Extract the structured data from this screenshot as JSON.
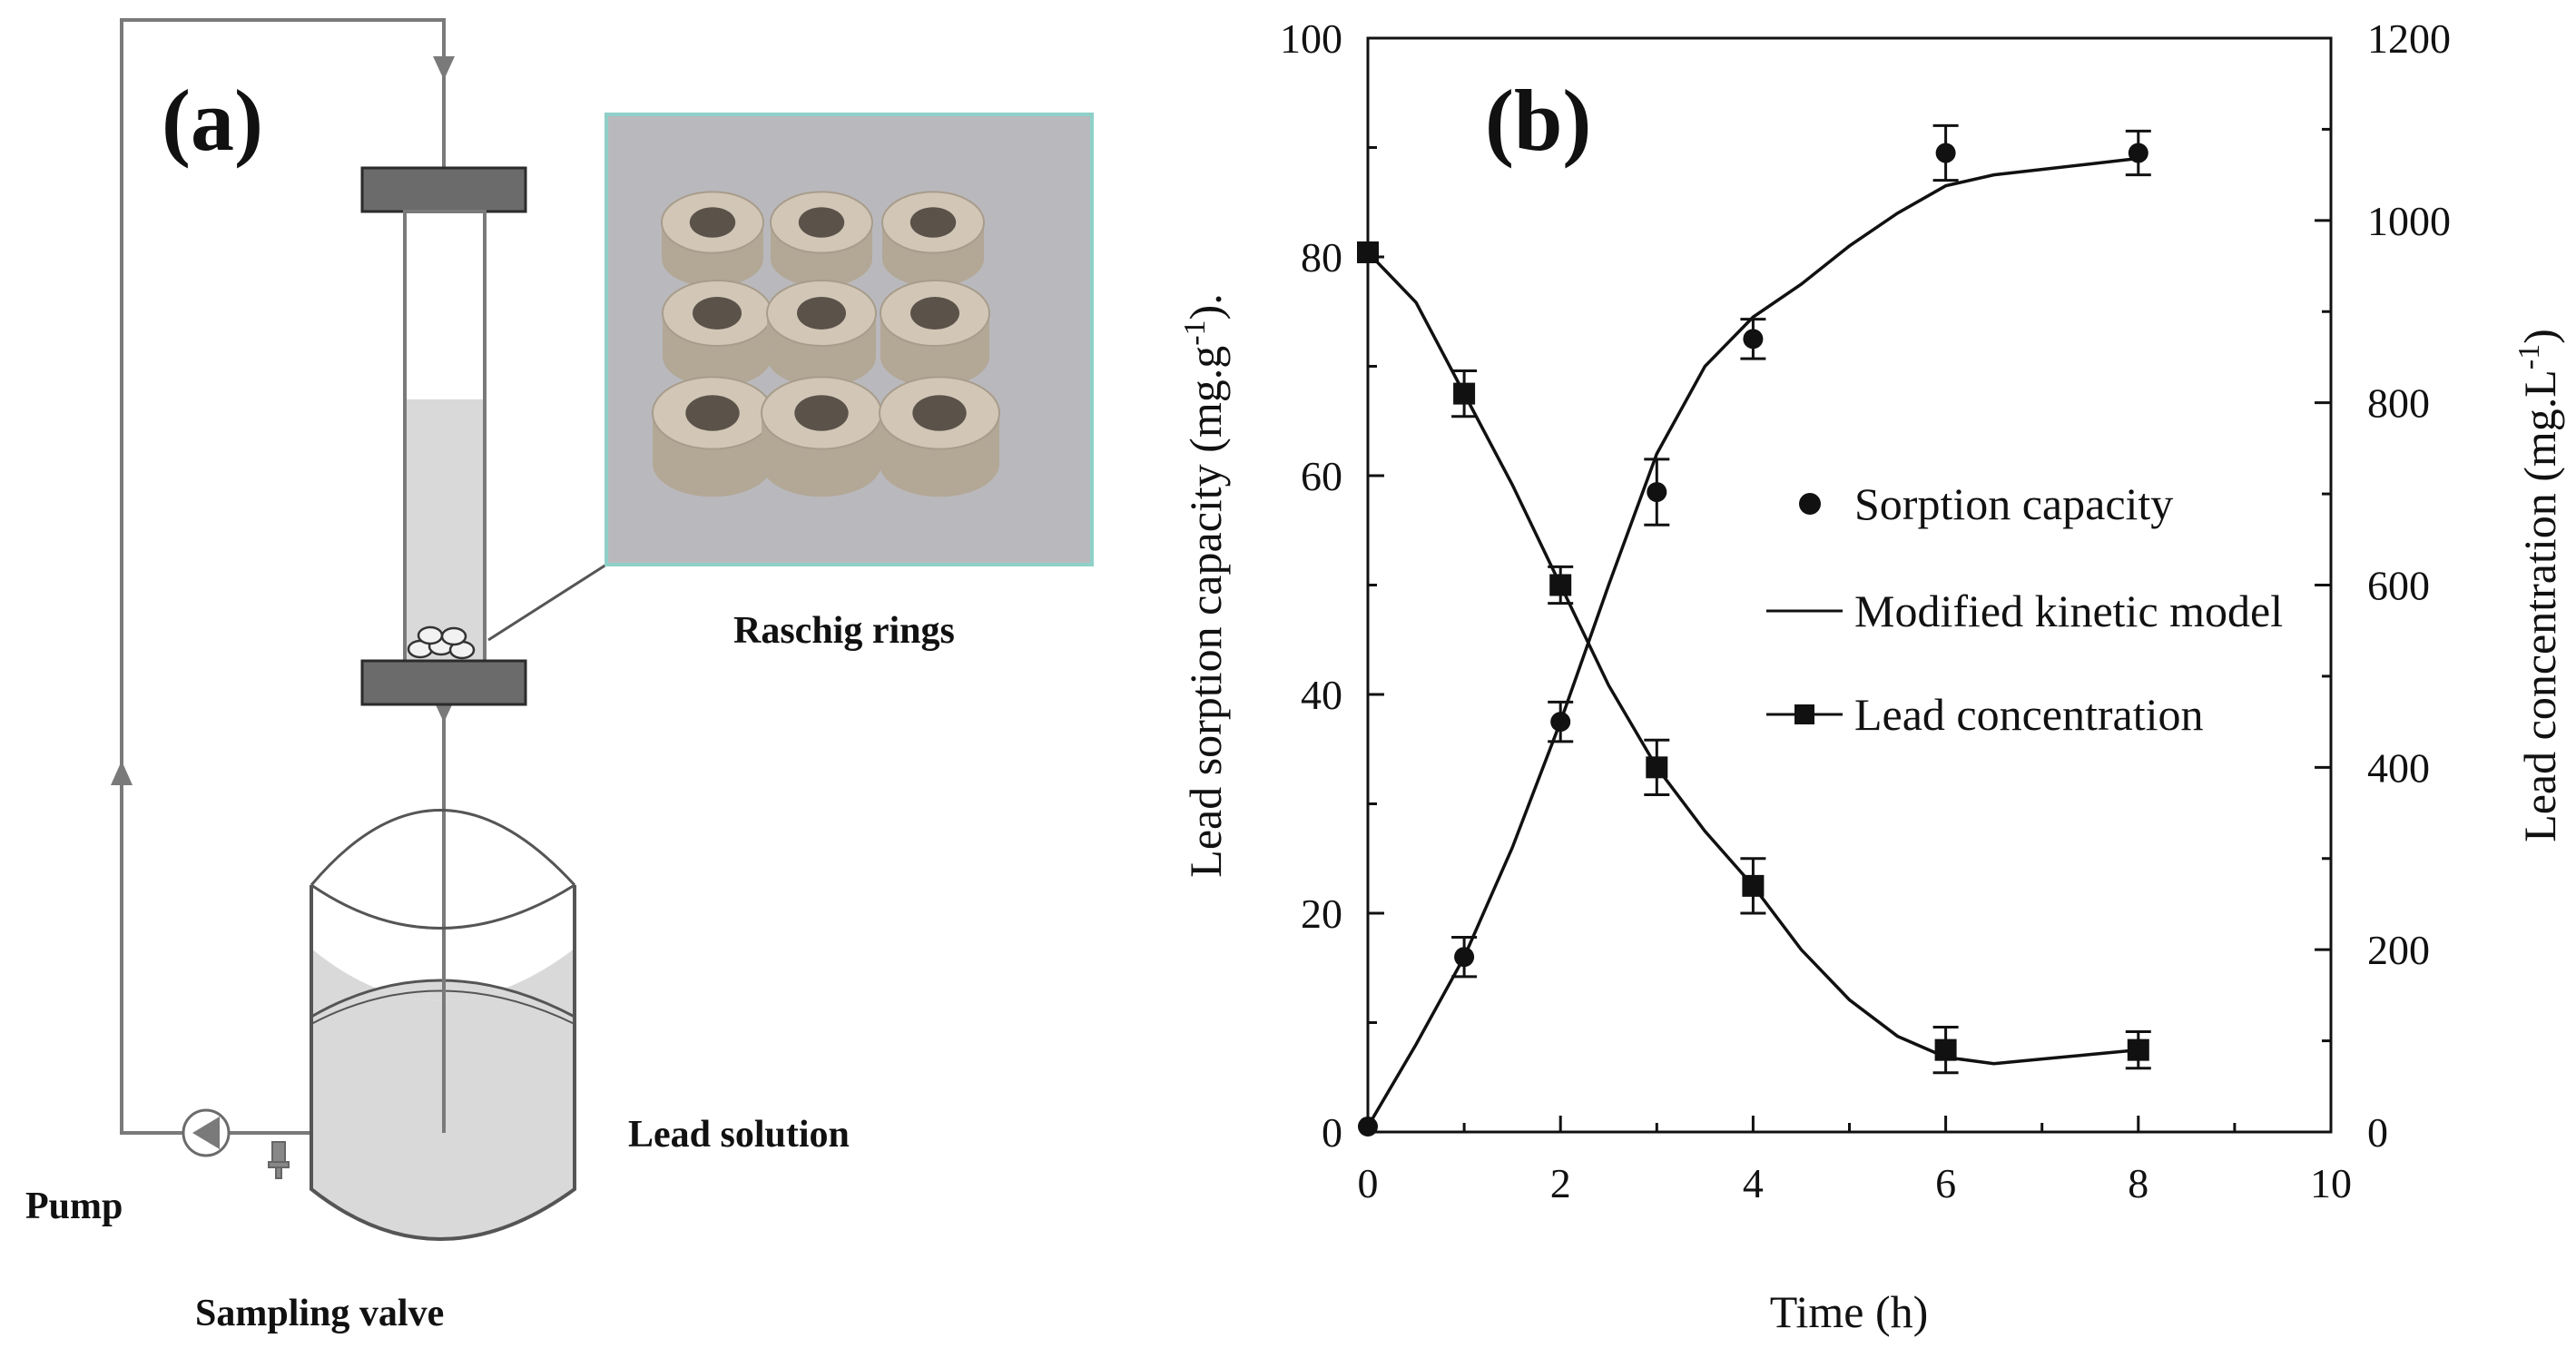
{
  "panel_a": {
    "label": "(a)",
    "labels": {
      "raschig": "Raschig rings",
      "lead_solution": "Lead solution",
      "pump": "Pump",
      "sampling_valve": "Sampling valve"
    },
    "colors": {
      "line": "#7a7a7a",
      "flange": "#6b6b6b",
      "liquid": "#d9d9d9",
      "photo_border": "#8fd0c8",
      "photo_bg": "#b9b9bd",
      "ring": "#c9bdad"
    }
  },
  "panel_b": {
    "label": "(b)",
    "axes": {
      "x_title": "Time (h)",
      "y_left_title": "Lead sorption capacity (mg.g-1).",
      "y_right_title": "Lead concentration (mg.L-1)",
      "x_ticks": [
        "0",
        "2",
        "4",
        "6",
        "8",
        "10"
      ],
      "y_left_ticks": [
        "0",
        "20",
        "40",
        "60",
        "80",
        "100"
      ],
      "y_right_ticks": [
        "0",
        "200",
        "400",
        "600",
        "800",
        "1000",
        "1200"
      ]
    },
    "legend": {
      "sorption": "Sorption capacity",
      "model": "Modified kinetic model",
      "concentration": "Lead concentration"
    }
  },
  "chart_data": {
    "type": "scatter",
    "xlabel": "Time (h)",
    "ylabel": "Lead sorption capacity (mg.g-1).",
    "y2label": "Lead concentration (mg.L-1)",
    "xlim": [
      0,
      10
    ],
    "ylim": [
      0,
      100
    ],
    "y2lim": [
      0,
      1200
    ],
    "legend_position": "right-middle",
    "series": [
      {
        "name": "Sorption capacity",
        "axis": "left",
        "marker": "circle",
        "x": [
          0,
          1,
          2,
          3,
          4,
          6,
          8
        ],
        "y": [
          0.5,
          16,
          37.5,
          58.5,
          72.5,
          89.5,
          89.5
        ],
        "error": [
          0,
          1.8,
          1.8,
          3,
          1.8,
          2.5,
          2
        ]
      },
      {
        "name": "Modified kinetic model",
        "axis": "left",
        "style": "line",
        "x": [
          0,
          0.5,
          1,
          1.5,
          2,
          2.5,
          3,
          3.5,
          4,
          4.5,
          5,
          5.5,
          6,
          6.5,
          7,
          7.5,
          8
        ],
        "y": [
          0.5,
          8,
          16,
          26,
          37.5,
          50,
          62,
          70,
          74.5,
          77.5,
          81,
          84,
          86.5,
          87.5,
          88,
          88.5,
          89
        ]
      },
      {
        "name": "Lead concentration",
        "axis": "right",
        "marker": "square",
        "x": [
          0,
          1,
          2,
          3,
          4,
          6,
          8
        ],
        "y": [
          965,
          810,
          600,
          400,
          270,
          90,
          90
        ],
        "error": [
          0,
          25,
          20,
          30,
          30,
          25,
          20
        ]
      },
      {
        "name": "Lead concentration",
        "axis": "right",
        "style": "line",
        "x": [
          0,
          0.5,
          1,
          1.5,
          2,
          2.5,
          3,
          3.5,
          4,
          4.5,
          5,
          5.5,
          6,
          6.5,
          7,
          7.5,
          8
        ],
        "y": [
          965,
          910,
          810,
          710,
          600,
          490,
          400,
          330,
          270,
          200,
          145,
          105,
          82,
          75,
          80,
          85,
          90
        ]
      }
    ]
  }
}
